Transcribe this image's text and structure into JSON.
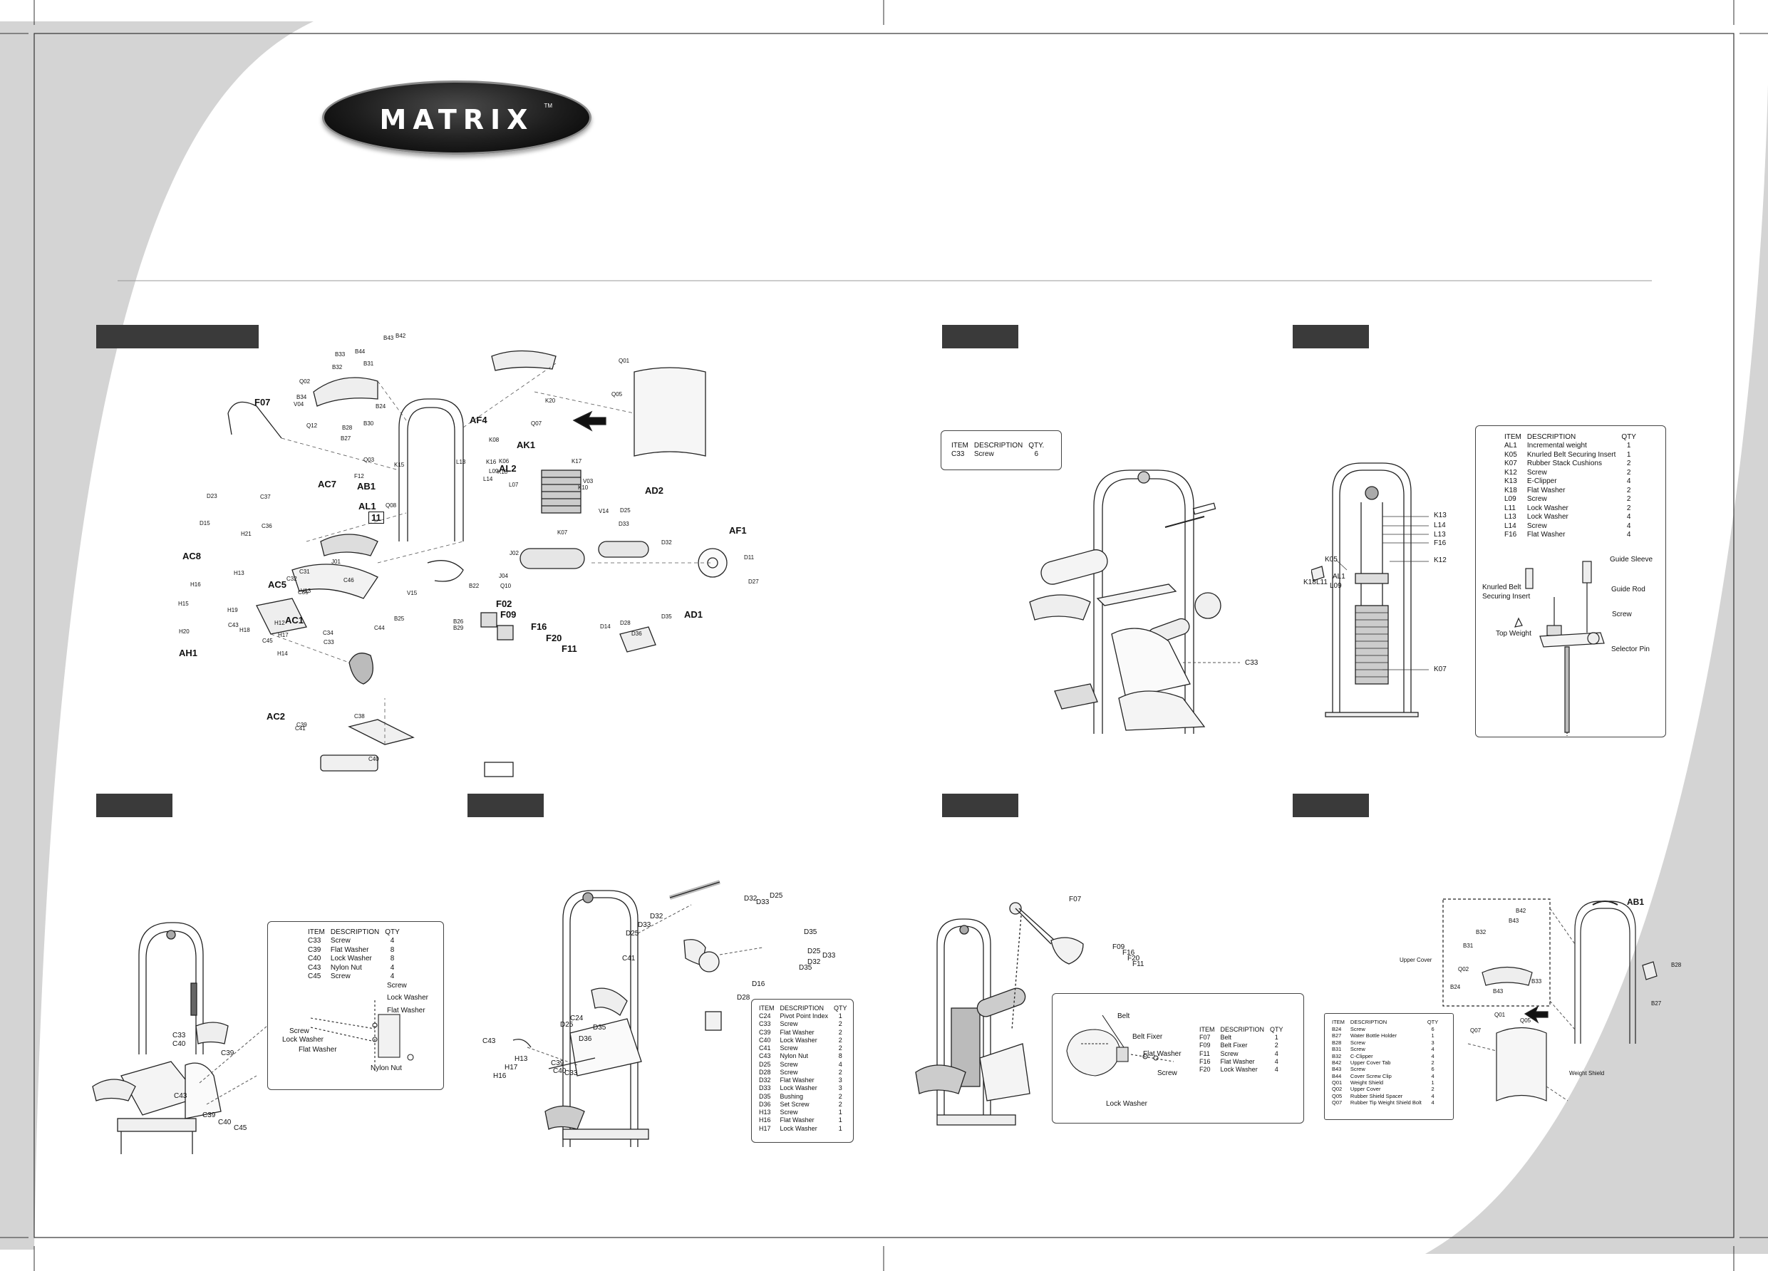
{
  "brand": {
    "logo_text": "MATRIX",
    "tm": "TM"
  },
  "panels": {
    "assembly_overview": {
      "labels": [
        "F07",
        "AF4",
        "AC7",
        "AB1",
        "AL1",
        "AL2",
        "AK1",
        "AD2",
        "AF1",
        "AC8",
        "AC5",
        "AC1",
        "AH1",
        "AD1",
        "F02",
        "F09",
        "F16",
        "F20",
        "F11",
        "AC2",
        "11"
      ],
      "parts": [
        "B43",
        "B42",
        "B44",
        "B32",
        "B33",
        "B31",
        "Q02",
        "B34",
        "V04",
        "Q12",
        "B24",
        "B28",
        "B27",
        "B30",
        "Q03",
        "F12",
        "K15",
        "Q01",
        "Q05",
        "Q07",
        "K20",
        "K06",
        "K18",
        "K17",
        "V03",
        "K10",
        "K08",
        "L14",
        "L09",
        "L13",
        "L07",
        "V14",
        "D25",
        "D33",
        "D32",
        "D11",
        "D27",
        "D36",
        "D35",
        "D14",
        "D28",
        "D23",
        "D15",
        "C37",
        "C36",
        "C31",
        "C46",
        "C44",
        "C34",
        "C33",
        "C32",
        "C35",
        "C38",
        "C39",
        "C40",
        "C41",
        "C43",
        "C45",
        "H12",
        "H13",
        "H14",
        "H15",
        "H16",
        "H17",
        "H18",
        "H19",
        "H20",
        "H21",
        "J01",
        "J02",
        "J04",
        "Q08",
        "Q10",
        "V13",
        "V15",
        "B22",
        "B25",
        "B26",
        "B29",
        "K07",
        "K16"
      ]
    },
    "step1": {
      "headers": [
        "ITEM",
        "DESCRIPTION",
        "QTY."
      ],
      "rows": [
        [
          "C33",
          "Screw",
          "6"
        ]
      ],
      "callouts": [
        "C33"
      ]
    },
    "step2": {
      "headers": [
        "ITEM",
        "DESCRIPTION",
        "QTY"
      ],
      "rows": [
        [
          "AL1",
          "Incremental weight",
          "1"
        ],
        [
          "K05",
          "Knurled Belt Securing Insert",
          "1"
        ],
        [
          "K07",
          "Rubber Stack Cushions",
          "2"
        ],
        [
          "K12",
          "Screw",
          "2"
        ],
        [
          "K13",
          "E-Clipper",
          "4"
        ],
        [
          "K18",
          "Flat Washer",
          "2"
        ],
        [
          "L09",
          "Screw",
          "2"
        ],
        [
          "L11",
          "Lock Washer",
          "2"
        ],
        [
          "L13",
          "Lock Washer",
          "4"
        ],
        [
          "L14",
          "Screw",
          "4"
        ],
        [
          "F16",
          "Flat Washer",
          "4"
        ]
      ],
      "callouts": [
        "K13",
        "L14",
        "L13",
        "F16",
        "K12",
        "K05",
        "AL1",
        "K18",
        "L11",
        "L09",
        "K07",
        "Guide Sleeve",
        "Guide Rod",
        "Knurled Belt Securing Insert",
        "Screw",
        "Top Weight",
        "Selector Pin"
      ]
    },
    "step3": {
      "headers": [
        "ITEM",
        "DESCRIPTION",
        "QTY"
      ],
      "rows": [
        [
          "C33",
          "Screw",
          "4"
        ],
        [
          "C39",
          "Flat Washer",
          "8"
        ],
        [
          "C40",
          "Lock Washer",
          "8"
        ],
        [
          "C43",
          "Nylon Nut",
          "4"
        ],
        [
          "C45",
          "Screw",
          "4"
        ]
      ],
      "callouts": [
        "Screw",
        "Lock Washer",
        "Flat Washer",
        "Nylon Nut",
        "C33",
        "C40",
        "C39",
        "C43",
        "C45"
      ]
    },
    "step4": {
      "headers": [
        "ITEM",
        "DESCRIPTION",
        "QTY"
      ],
      "rows": [
        [
          "C24",
          "Pivot Point Index",
          "1"
        ],
        [
          "C33",
          "Screw",
          "2"
        ],
        [
          "C39",
          "Flat Washer",
          "2"
        ],
        [
          "C40",
          "Lock Washer",
          "2"
        ],
        [
          "C41",
          "Screw",
          "2"
        ],
        [
          "C43",
          "Nylon Nut",
          "8"
        ],
        [
          "D25",
          "Screw",
          "4"
        ],
        [
          "D28",
          "Screw",
          "2"
        ],
        [
          "D32",
          "Flat Washer",
          "3"
        ],
        [
          "D33",
          "Lock Washer",
          "3"
        ],
        [
          "D35",
          "Bushing",
          "2"
        ],
        [
          "D36",
          "Set Screw",
          "2"
        ],
        [
          "H13",
          "Screw",
          "1"
        ],
        [
          "H16",
          "Flat Washer",
          "1"
        ],
        [
          "H17",
          "Lock Washer",
          "1"
        ]
      ],
      "callouts": [
        "D32",
        "D33",
        "D25",
        "D35",
        "C41",
        "D28",
        "D16",
        "C43",
        "H13",
        "H17",
        "H16",
        "C39",
        "C40",
        "C33",
        "D36",
        "C24"
      ]
    },
    "step5": {
      "headers": [
        "ITEM",
        "DESCRIPTION",
        "QTY"
      ],
      "rows": [
        [
          "F07",
          "Belt",
          "1"
        ],
        [
          "F09",
          "Belt Fixer",
          "2"
        ],
        [
          "F11",
          "Screw",
          "4"
        ],
        [
          "F16",
          "Flat Washer",
          "4"
        ],
        [
          "F20",
          "Lock Washer",
          "4"
        ]
      ],
      "callouts": [
        "F07",
        "F09",
        "F16",
        "F20",
        "F11",
        "Belt",
        "Belt Fixer",
        "Flat Washer",
        "Screw",
        "Lock Washer"
      ]
    },
    "step6": {
      "headers": [
        "ITEM",
        "DESCRIPTION",
        "QTY"
      ],
      "rows": [
        [
          "B24",
          "Screw",
          "6"
        ],
        [
          "B27",
          "Water Bottle Holder",
          "1"
        ],
        [
          "B28",
          "Screw",
          "3"
        ],
        [
          "B31",
          "Screw",
          "4"
        ],
        [
          "B32",
          "C-Clipper",
          "4"
        ],
        [
          "B42",
          "Upper Cover Tab",
          "2"
        ],
        [
          "B43",
          "Screw",
          "6"
        ],
        [
          "B44",
          "Cover Screw Clip",
          "4"
        ],
        [
          "Q01",
          "Weight Shield",
          "1"
        ],
        [
          "Q02",
          "Upper Cover",
          "2"
        ],
        [
          "Q05",
          "Rubber Shield Spacer",
          "4"
        ],
        [
          "Q07",
          "Rubber Tip Weight Shield Bolt",
          "4"
        ]
      ],
      "callouts": [
        "AB1",
        "B42",
        "B43",
        "B32",
        "B31",
        "Upper Cover",
        "Q02",
        "B33",
        "B24",
        "B28",
        "B27",
        "Q07",
        "Q01",
        "Q05",
        "Weight Shield"
      ]
    }
  }
}
